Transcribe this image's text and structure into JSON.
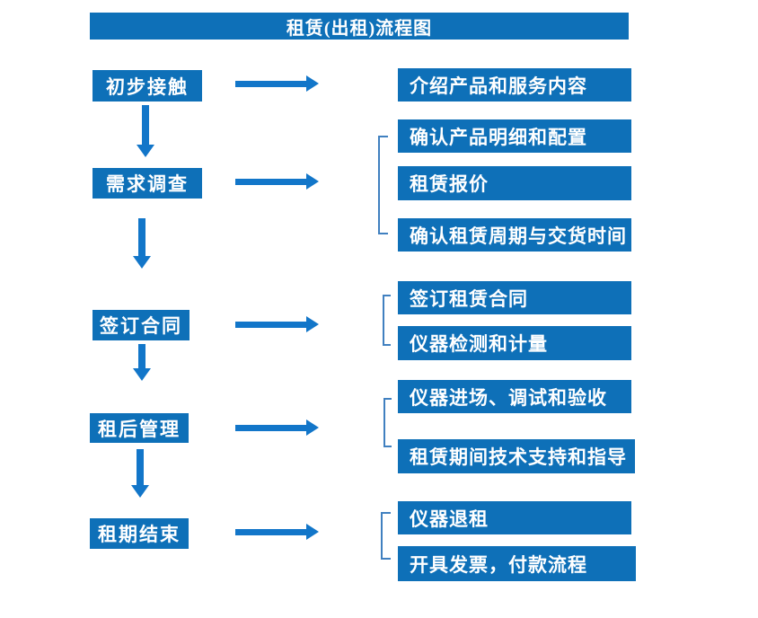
{
  "title": "租赁(出租)流程图",
  "colors": {
    "box": "#0e70b8",
    "arrow": "#1276c9",
    "bracket": "#4080c0",
    "text": "#ffffff",
    "background": "#ffffff"
  },
  "steps": [
    {
      "label": "初步接触",
      "details": [
        "介绍产品和服务内容"
      ]
    },
    {
      "label": "需求调查",
      "details": [
        "确认产品明细和配置",
        "租赁报价",
        "确认租赁周期与交货时间"
      ]
    },
    {
      "label": "签订合同",
      "details": [
        "签订租赁合同",
        "仪器检测和计量"
      ]
    },
    {
      "label": "租后管理",
      "details": [
        "仪器进场、调试和验收",
        "租赁期间技术支持和指导"
      ]
    },
    {
      "label": "租期结束",
      "details": [
        "仪器退租",
        "开具发票，付款流程"
      ]
    }
  ]
}
